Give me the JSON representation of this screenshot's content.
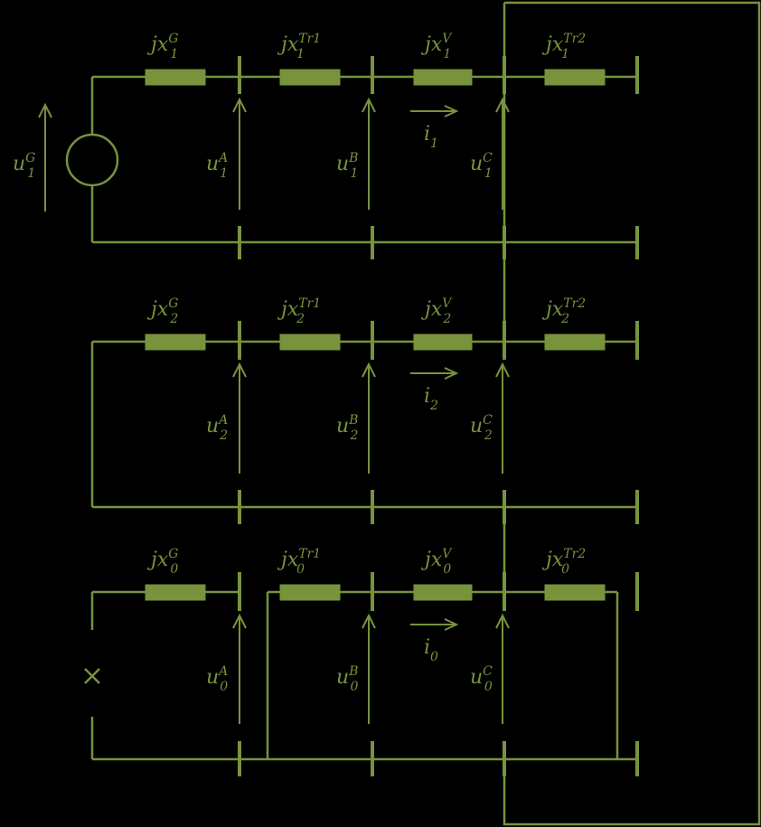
{
  "colors": {
    "stroke": "#77933c",
    "background": "#000000"
  },
  "source_symbol": "circle-voltage-source",
  "open_circuit_symbol": "cross",
  "sequences": [
    {
      "index": "1",
      "labels": {
        "generator": {
          "base": "jx",
          "sup": "G",
          "sub": "1"
        },
        "tr1": {
          "base": "jx",
          "sup": "Tr1",
          "sub": "1"
        },
        "line": {
          "base": "jx",
          "sup": "V",
          "sub": "1"
        },
        "tr2": {
          "base": "jx",
          "sup": "Tr2",
          "sub": "1"
        },
        "uG": {
          "base": "u",
          "sup": "G",
          "sub": "1"
        },
        "uA": {
          "base": "u",
          "sup": "A",
          "sub": "1"
        },
        "uB": {
          "base": "u",
          "sup": "B",
          "sub": "1"
        },
        "uC": {
          "base": "u",
          "sup": "C",
          "sub": "1"
        },
        "current": {
          "base": "i",
          "sub": "1"
        }
      }
    },
    {
      "index": "2",
      "labels": {
        "generator": {
          "base": "jx",
          "sup": "G",
          "sub": "2"
        },
        "tr1": {
          "base": "jx",
          "sup": "Tr1",
          "sub": "2"
        },
        "line": {
          "base": "jx",
          "sup": "V",
          "sub": "2"
        },
        "tr2": {
          "base": "jx",
          "sup": "Tr2",
          "sub": "2"
        },
        "uA": {
          "base": "u",
          "sup": "A",
          "sub": "2"
        },
        "uB": {
          "base": "u",
          "sup": "B",
          "sub": "2"
        },
        "uC": {
          "base": "u",
          "sup": "C",
          "sub": "2"
        },
        "current": {
          "base": "i",
          "sub": "2"
        }
      }
    },
    {
      "index": "0",
      "labels": {
        "generator": {
          "base": "jx",
          "sup": "G",
          "sub": "0"
        },
        "tr1": {
          "base": "jx",
          "sup": "Tr1",
          "sub": "0"
        },
        "line": {
          "base": "jx",
          "sup": "V",
          "sub": "0"
        },
        "tr2": {
          "base": "jx",
          "sup": "Tr2",
          "sub": "0"
        },
        "uA": {
          "base": "u",
          "sup": "A",
          "sub": "0"
        },
        "uB": {
          "base": "u",
          "sup": "B",
          "sub": "0"
        },
        "uC": {
          "base": "u",
          "sup": "C",
          "sub": "0"
        },
        "current": {
          "base": "i",
          "sub": "0"
        }
      }
    }
  ]
}
